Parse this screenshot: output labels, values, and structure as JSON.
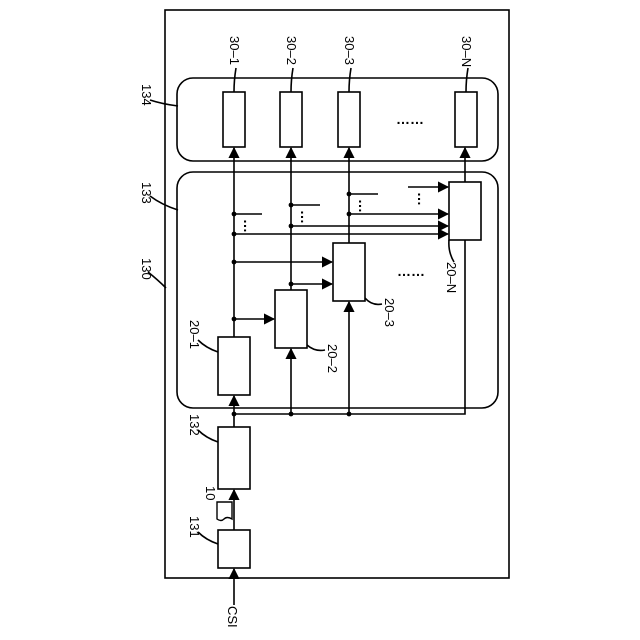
{
  "labels": {
    "outer": "130",
    "lower_group": "133",
    "upper_group": "134",
    "block_131": "131",
    "block_132": "132",
    "signal_10": "10",
    "input": "CSI",
    "block_20_1": "20–1",
    "block_20_2": "20–2",
    "block_20_3": "20–3",
    "block_20_n": "20–N",
    "out_30_1": "30–1",
    "out_30_2": "30–2",
    "out_30_3": "30–3",
    "out_30_n": "30–N"
  },
  "ellipses": {
    "short": "…",
    "long": "……"
  },
  "colors": {
    "line": "#000000",
    "background": "#ffffff"
  }
}
